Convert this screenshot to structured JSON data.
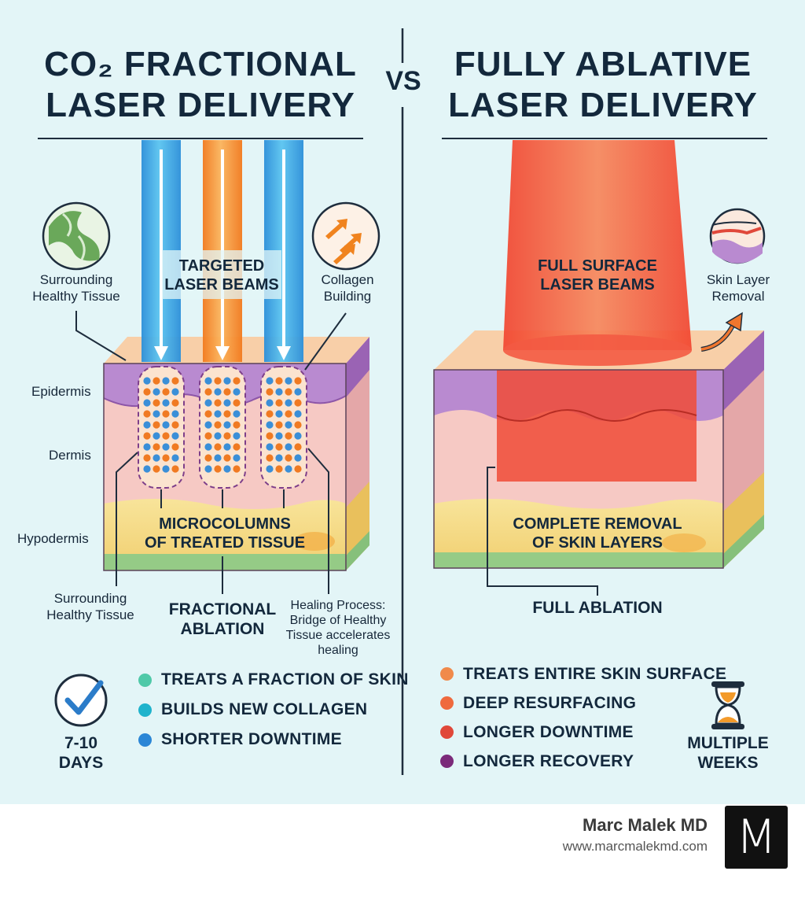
{
  "left": {
    "title_line1": "CO₂ FRACTIONAL",
    "title_line2": "LASER DELIVERY",
    "beam_label": "TARGETED\nLASER BEAMS",
    "callout_healthy_top": "Surrounding\nHealthy Tissue",
    "callout_collagen": "Collagen\nBuilding",
    "layer_epidermis": "Epidermis",
    "layer_dermis": "Dermis",
    "layer_hypodermis": "Hypodermis",
    "microcolumns_label": "MICROCOLUMNS\nOF TREATED TISSUE",
    "callout_healthy_bottom": "Surrounding\nHealthy Tissue",
    "fractional_label": "FRACTIONAL\nABLATION",
    "healing_label": "Healing Process:\nBridge of Healthy\nTissue accelerates\nhealing",
    "bullets": [
      {
        "text": "TREATS A FRACTION OF SKIN",
        "color": "#4fc9a8"
      },
      {
        "text": "BUILDS NEW COLLAGEN",
        "color": "#1fb3cc"
      },
      {
        "text": "SHORTER DOWNTIME",
        "color": "#2b86d6"
      }
    ],
    "recovery": "7-10\nDAYS",
    "recovery_icon": "checkmark-circle-icon"
  },
  "vs": "VS",
  "right": {
    "title_line1": "FULLY ABLATIVE",
    "title_line2": "LASER DELIVERY",
    "beam_label": "FULL SURFACE\nLASER BEAMS",
    "callout_skin_removal": "Skin Layer\nRemoval",
    "removal_label": "COMPLETE REMOVAL\nOF SKIN LAYERS",
    "full_ablation_label": "FULL ABLATION",
    "bullets": [
      {
        "text": "TREATS ENTIRE SKIN SURFACE",
        "color": "#f08a4b"
      },
      {
        "text": "DEEP RESURFACING",
        "color": "#ef6a3e"
      },
      {
        "text": "LONGER DOWNTIME",
        "color": "#e0483a"
      },
      {
        "text": "LONGER RECOVERY",
        "color": "#7b2a7a"
      }
    ],
    "recovery": "MULTIPLE\nWEEKS",
    "recovery_icon": "hourglass-icon"
  },
  "brand": {
    "name": "Marc Malek MD",
    "url": "www.marcmalekmd.com",
    "logo_letter": "M"
  },
  "colors": {
    "background": "#e3f5f7",
    "epidermis": "#b98ad0",
    "dermis": "#f6c9c4",
    "hypodermis": "#f4dc8c",
    "beam_blue": "#35a9e3",
    "beam_orange": "#f58b2c",
    "ablative_red": "#f04b37"
  }
}
